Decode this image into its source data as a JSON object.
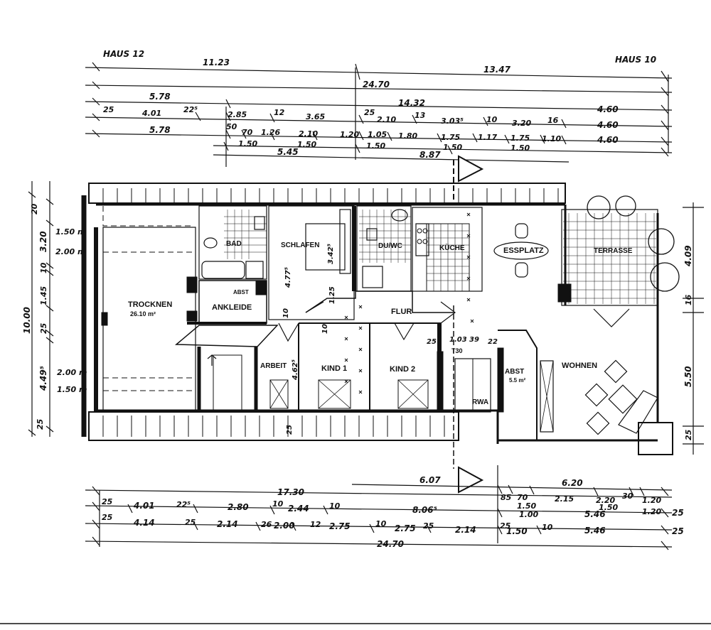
{
  "houses": {
    "left": "HAUS 12",
    "right": "HAUS 10"
  },
  "top_dims": {
    "r1": [
      "11.23",
      "13.47"
    ],
    "r2": [
      "24.70"
    ],
    "r3": [
      "5.78",
      "14.32"
    ],
    "r4": [
      "25",
      "4.01",
      "22⁵",
      "2.85",
      "12",
      "3.65",
      "25",
      "2.10",
      "13",
      "3.03⁵",
      "10",
      "3.20",
      "16",
      "4.60"
    ],
    "r5": [
      "5.78",
      "50",
      "70",
      "1.26",
      "2.10",
      "1.20",
      "1.05",
      "1.80",
      "1.75",
      "1.17",
      "1.75",
      "1.10",
      "4.60"
    ],
    "r6": [
      "1.50",
      "1.50",
      "1.50",
      "1.50",
      "1.50",
      "4.60"
    ],
    "r7": [
      "5.45",
      "8.87"
    ]
  },
  "bottom_dims": {
    "r0": [
      "6.07",
      "6.20"
    ],
    "r1": [
      "17.30",
      "85",
      "70",
      "2.15",
      "2.20",
      "30",
      "1.20"
    ],
    "r1b": [
      "1.50",
      "1.50"
    ],
    "r2": [
      "25",
      "4.01",
      "22⁵",
      "2.80",
      "10",
      "2.44",
      "10",
      "8.06⁵",
      "1.00",
      "5.46",
      "1.20",
      "25"
    ],
    "r3": [
      "25",
      "4.14",
      "25",
      "2.14",
      "26",
      "2.00",
      "12",
      "2.75",
      "10",
      "2.75",
      "25",
      "2.14",
      "25",
      "1.50",
      "10",
      "5.46",
      "25"
    ],
    "r4": [
      "24.70"
    ]
  },
  "left_dims": [
    "20",
    "3.20",
    "10",
    "1.45",
    "25",
    "4.49⁵",
    "25",
    "10.00"
  ],
  "left_inner": [
    "1.50 m",
    "2.00 m",
    "2.00 m",
    "1.50 m"
  ],
  "right_dims": [
    "4.09",
    "16",
    "5.50",
    "25"
  ],
  "rooms": {
    "trocknen": "TROCKNEN",
    "trocknen_area": "26.10 m²",
    "bad": "BAD",
    "ankleide": "ANKLEIDE",
    "ankleide_note": "ABST",
    "schlafen": "SCHLAFEN",
    "duwc": "DU/WC",
    "kueche": "KÜCHE",
    "essplatz": "ESSPLATZ",
    "terrasse": "TERRASSE",
    "flur": "FLUR",
    "arbeit": "ARBEIT",
    "kind1": "KIND 1",
    "kind2": "KIND 2",
    "abst": "ABST",
    "abst_area": "5.5 m²",
    "wohnen": "WOHNEN",
    "rwa": "RWA",
    "t30": "T30"
  },
  "room_dims": {
    "schlafen_h": "3.42⁵",
    "schlafen_w": "4.77⁵",
    "flur_a": "1.25",
    "flur_b": "10",
    "arbeit": "4.62⁵",
    "flur_c": "10",
    "abst_a": "1.03",
    "abst_b": "39",
    "abst_c": "25",
    "abst_d": "22",
    "corr": "25"
  }
}
